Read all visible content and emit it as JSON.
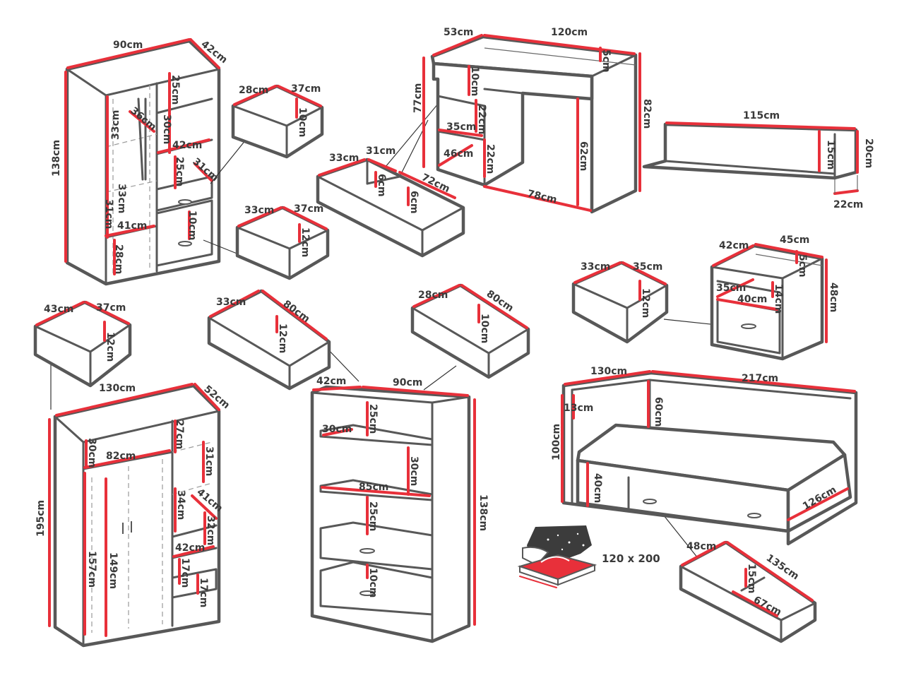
{
  "colors": {
    "outline": "#585858",
    "dimension": "#e8303a",
    "text": "#3a3a3a",
    "background": "#ffffff",
    "mattress_accent": "#e8303a",
    "starry_panel": "#3c3c3c"
  },
  "icons": [
    "mattress-icon"
  ],
  "labels": {
    "wardrobe_small": {
      "width": "90cm",
      "depth": "42cm",
      "height": "138cm",
      "i1": "33cm",
      "i2": "36cm",
      "i3": "25cm",
      "i4": "30cm",
      "i5": "42cm",
      "i6": "33cm",
      "i7": "25cm",
      "i8": "31cm",
      "i9": "31cm",
      "i10": "10cm",
      "i11": "41cm",
      "i12": "28cm"
    },
    "drawer_a": {
      "width": "28cm",
      "depth": "37cm",
      "height": "10cm"
    },
    "drawer_b": {
      "width": "33cm",
      "depth": "37cm",
      "height": "12cm"
    },
    "desk_drawer": {
      "w1": "33cm",
      "w2": "31cm",
      "h1": "6cm",
      "h2": "6cm",
      "depth": "72cm"
    },
    "desk": {
      "depth": "53cm",
      "width": "120cm",
      "height": "82cm",
      "total_height": "77cm",
      "top": "5cm",
      "d1": "10cm",
      "d2": "22cm",
      "d3": "35cm",
      "d4": "46cm",
      "d5": "22cm",
      "leg": "62cm",
      "base": "78cm"
    },
    "shelf": {
      "width": "115cm",
      "height": "20cm",
      "inner": "15cm",
      "depth": "22cm"
    },
    "drawer_c": {
      "width": "33cm",
      "depth": "35cm",
      "height": "12cm"
    },
    "nightstand": {
      "depth": "42cm",
      "width": "45cm",
      "height": "48cm",
      "top": "5cm",
      "d1": "35cm",
      "d2": "40cm",
      "d3": "14cm"
    },
    "drawer_d": {
      "width": "43cm",
      "depth": "37cm",
      "height": "12cm"
    },
    "drawer_e": {
      "width": "33cm",
      "depth": "80cm",
      "height": "12cm"
    },
    "drawer_f": {
      "width": "28cm",
      "depth": "80cm",
      "height": "10cm"
    },
    "wardrobe_large": {
      "width": "130cm",
      "depth": "52cm",
      "height": "195cm",
      "i1": "30cm",
      "i2": "82cm",
      "i3": "27cm",
      "i4": "31cm",
      "i5": "34cm",
      "i6": "41cm",
      "i7": "32cm",
      "i8": "42cm",
      "i9": "17cm",
      "i10": "17cm",
      "i11": "157cm",
      "i12": "149cm"
    },
    "bookcase": {
      "depth": "42cm",
      "width": "90cm",
      "height": "138cm",
      "i1": "25cm",
      "i2": "30cm",
      "i3": "30cm",
      "i4": "85cm",
      "i5": "25cm",
      "i6": "10cm"
    },
    "bed": {
      "width": "130cm",
      "length": "217cm",
      "height": "100cm",
      "head1": "13cm",
      "head2": "60cm",
      "frame": "40cm",
      "side": "126cm",
      "mattress": "120 x 200"
    },
    "bed_drawer": {
      "width": "48cm",
      "length": "135cm",
      "height": "15cm",
      "inner": "67cm"
    }
  }
}
